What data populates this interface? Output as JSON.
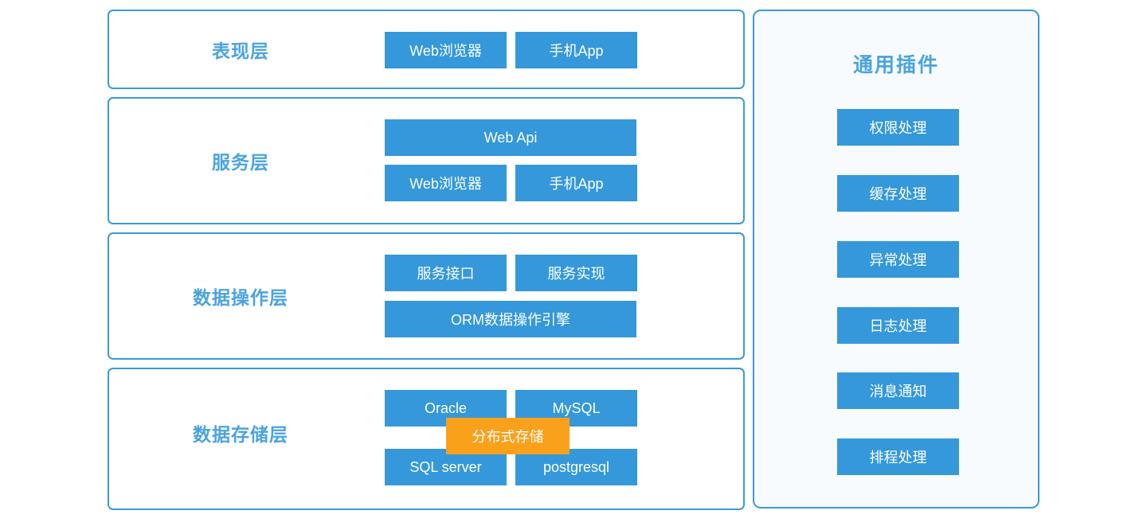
{
  "colors": {
    "box_blue": "#3498db",
    "box_orange": "#f9a11b",
    "title_blue": "#4ba3e0",
    "border_blue": "#3a99dc",
    "plugin_bg": "#f7fbfe",
    "box_text": "#ffffff"
  },
  "layers": [
    {
      "title": "表现层",
      "boxes": [
        "Web浏览器",
        "手机App"
      ]
    },
    {
      "title": "服务层",
      "boxes": [
        "Web Api",
        "Web浏览器",
        "手机App"
      ]
    },
    {
      "title": "数据操作层",
      "boxes": [
        "服务接口",
        "服务实现",
        "ORM数据操作引擎"
      ]
    },
    {
      "title": "数据存储层",
      "boxes": [
        "Oracle",
        "MySQL",
        "SQL server",
        "postgresql"
      ],
      "overlay": "分布式存储"
    }
  ],
  "plugins": {
    "title": "通用插件",
    "items": [
      "权限处理",
      "缓存处理",
      "异常处理",
      "日志处理",
      "消息通知",
      "排程处理"
    ]
  }
}
